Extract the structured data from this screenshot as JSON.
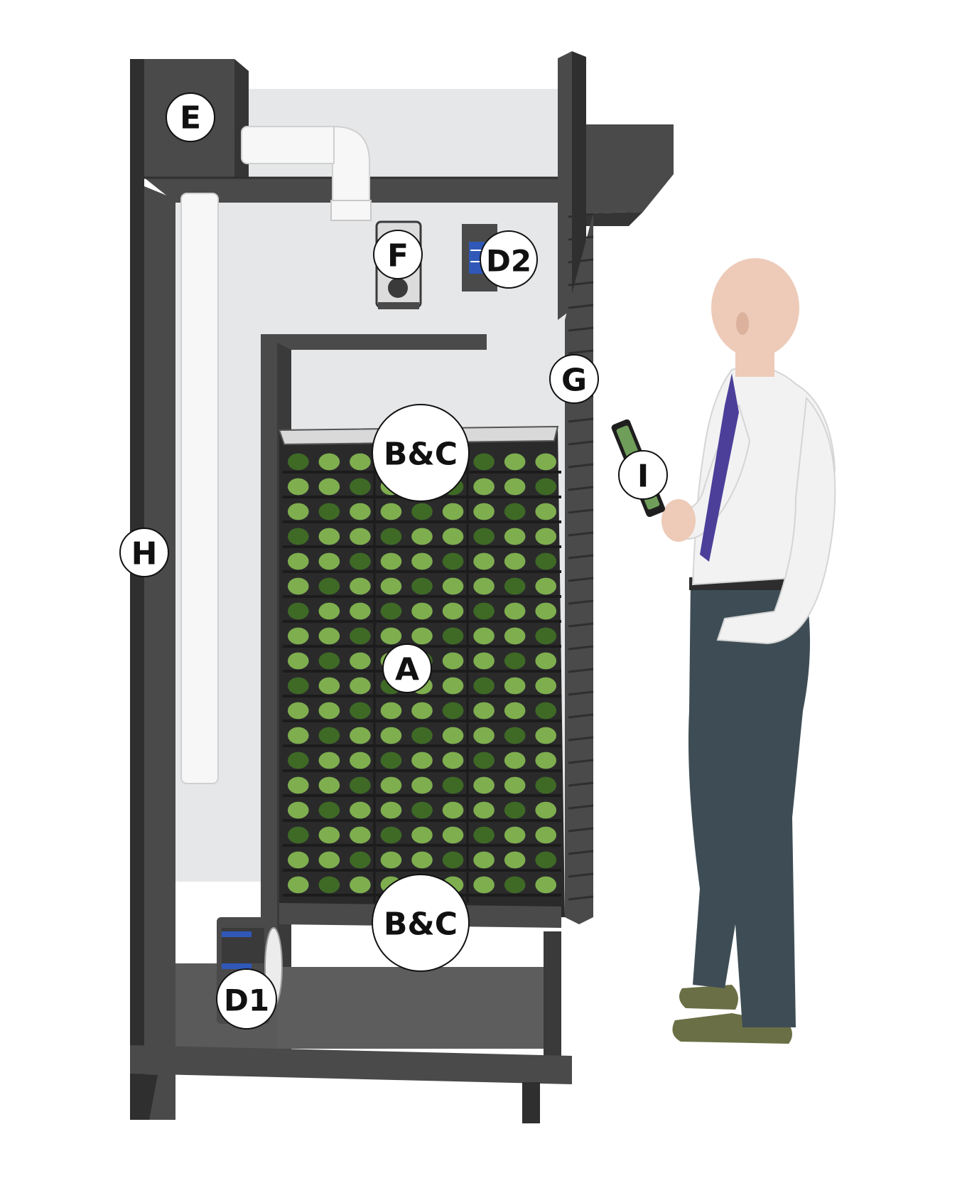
{
  "colors": {
    "frame": "#4a4a4b",
    "frame_dark": "#2f2f30",
    "interior": "#e6e7e8",
    "pipe": "#f7f7f7",
    "tray": "#3c3c3e",
    "plant": "#7fae4f",
    "plant_dark": "#3f6a26",
    "fan_blue": "#2f58b8",
    "shirt": "#f2f2f2",
    "trousers": "#3e4d55",
    "shoes": "#6b6f45",
    "skin": "#edcbb8",
    "tie": "#4b3f9a"
  },
  "callouts": {
    "e": "E",
    "f": "F",
    "d2": "D2",
    "g": "G",
    "i": "I",
    "bc_top": "B&C",
    "h": "H",
    "a": "A",
    "bc_bottom": "B&C",
    "d1": "D1"
  },
  "tray_grid": {
    "rows": 18,
    "columns": 9
  }
}
